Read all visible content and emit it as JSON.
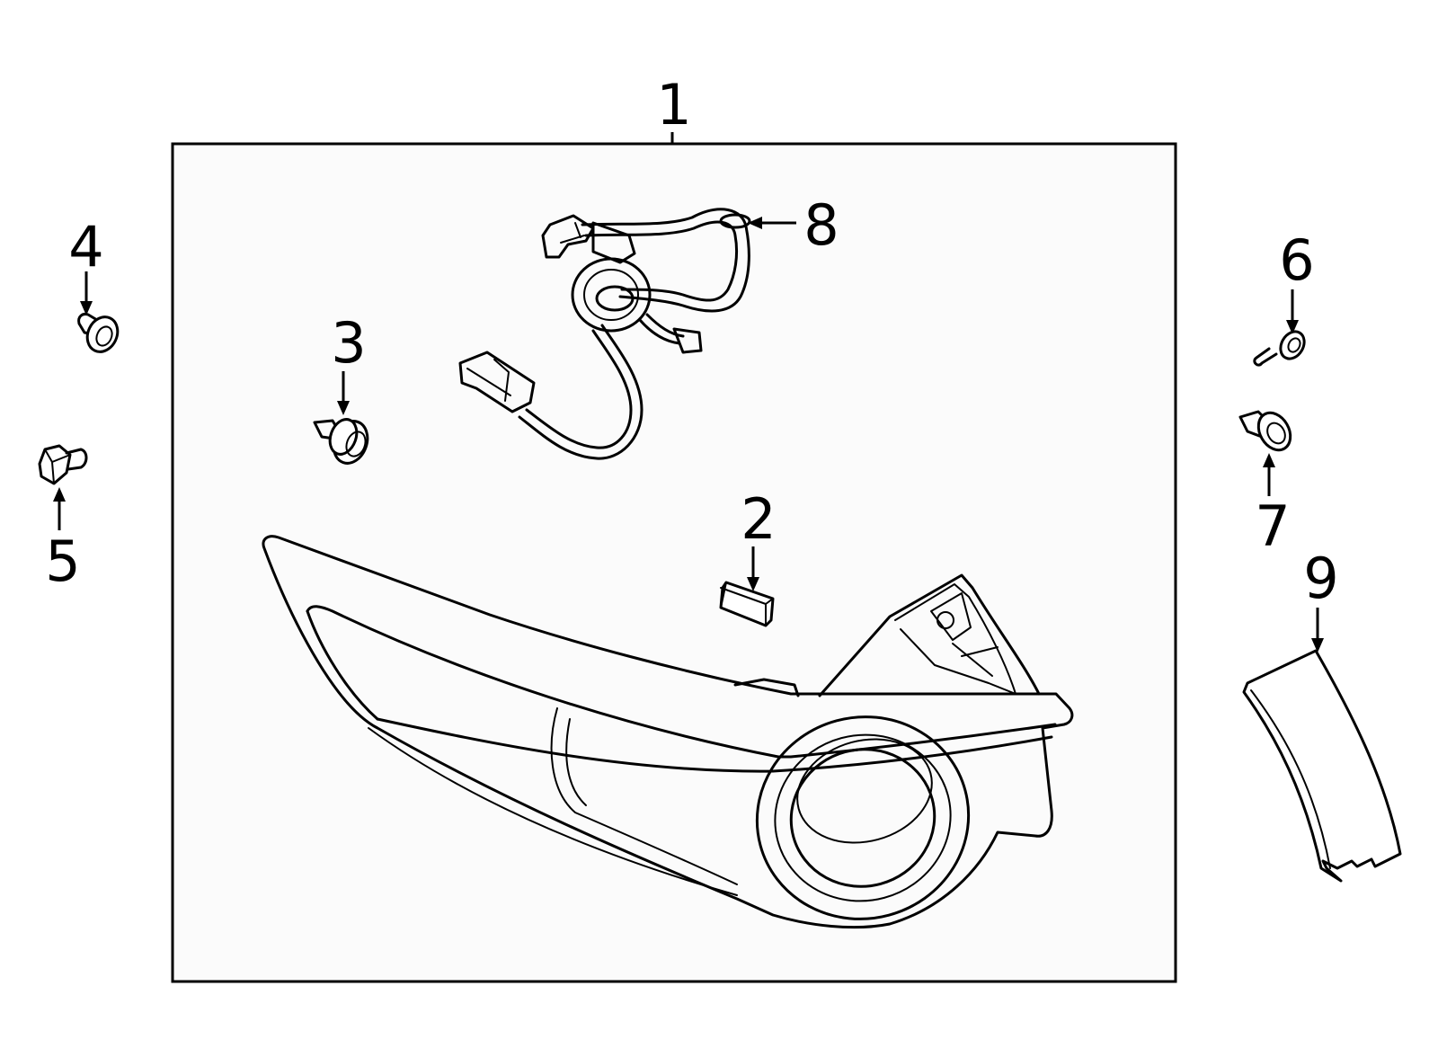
{
  "diagram": {
    "callouts": [
      {
        "id": "1",
        "label": "1"
      },
      {
        "id": "2",
        "label": "2"
      },
      {
        "id": "3",
        "label": "3"
      },
      {
        "id": "4",
        "label": "4"
      },
      {
        "id": "5",
        "label": "5"
      },
      {
        "id": "6",
        "label": "6"
      },
      {
        "id": "7",
        "label": "7"
      },
      {
        "id": "8",
        "label": "8"
      },
      {
        "id": "9",
        "label": "9"
      }
    ],
    "colors": {
      "line": "#000000",
      "panel": "#fbfbfb",
      "background": "#ffffff"
    }
  }
}
